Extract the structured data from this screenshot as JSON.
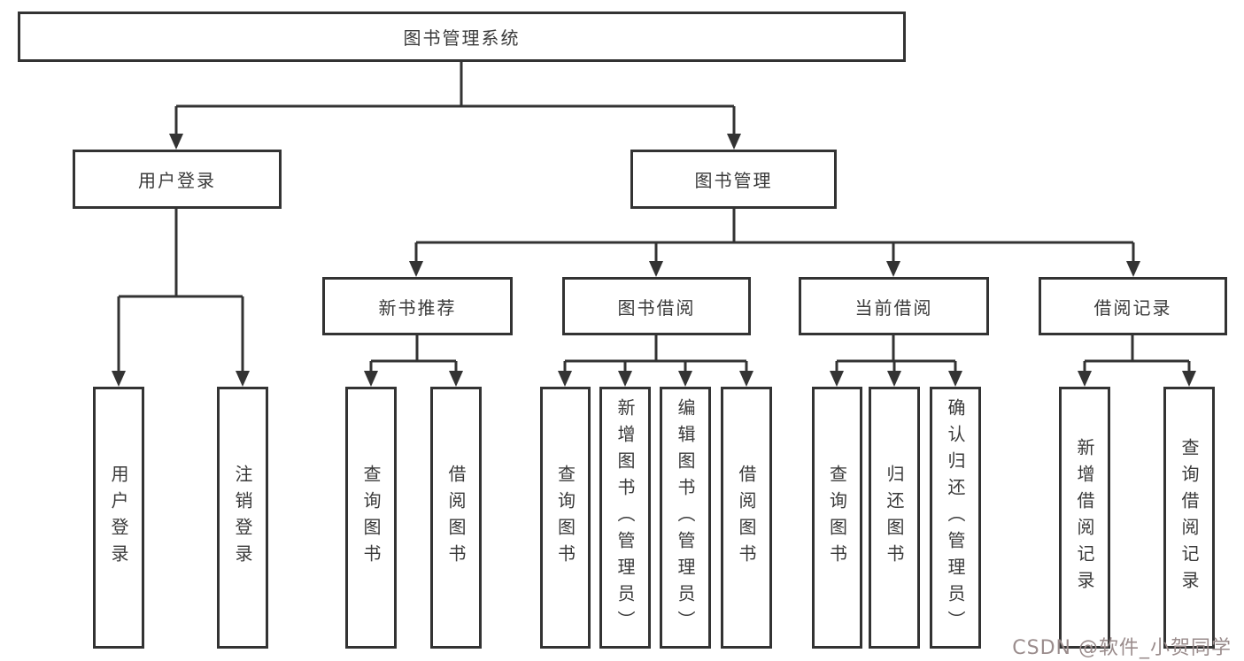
{
  "colors": {
    "line": "#333333",
    "text": "#3a3a3a",
    "background": "#ffffff",
    "watermark": "#9a8c8c"
  },
  "watermark": {
    "text": "CSDN @软件_小贺同学"
  },
  "tree": {
    "label": "图书管理系统",
    "children": [
      {
        "label": "用户登录",
        "children": [
          {
            "label": "用户登录"
          },
          {
            "label": "注销登录"
          }
        ]
      },
      {
        "label": "图书管理",
        "children": [
          {
            "label": "新书推荐",
            "children": [
              {
                "label": "查询图书"
              },
              {
                "label": "借阅图书"
              }
            ]
          },
          {
            "label": "图书借阅",
            "children": [
              {
                "label": "查询图书"
              },
              {
                "label": "新增图书（管理员）"
              },
              {
                "label": "编辑图书（管理员）"
              },
              {
                "label": "借阅图书"
              }
            ]
          },
          {
            "label": "当前借阅",
            "children": [
              {
                "label": "查询图书"
              },
              {
                "label": "归还图书"
              },
              {
                "label": "确认归还（管理员）"
              }
            ]
          },
          {
            "label": "借阅记录",
            "children": [
              {
                "label": "新增借阅记录"
              },
              {
                "label": "查询借阅记录"
              }
            ]
          }
        ]
      }
    ]
  }
}
